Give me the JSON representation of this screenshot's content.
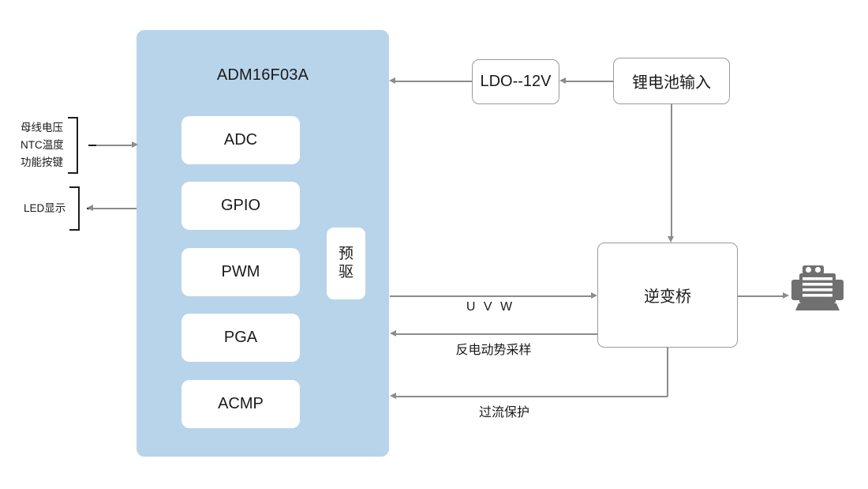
{
  "diagram": {
    "title": "ADM16F03A",
    "mcu": {
      "label": "ADM16F03A",
      "peripherals": [
        {
          "name": "adc",
          "label": "ADC"
        },
        {
          "name": "gpio",
          "label": "GPIO"
        },
        {
          "name": "pwm",
          "label": "PWM"
        },
        {
          "name": "pga",
          "label": "PGA"
        },
        {
          "name": "acmp",
          "label": "ACMP"
        }
      ],
      "predriver": {
        "line1": "预",
        "line2": "驱"
      }
    },
    "external_blocks": [
      {
        "name": "ldo",
        "label": "LDO--12V"
      },
      {
        "name": "battery",
        "label": "锂电池输入"
      },
      {
        "name": "inverter",
        "label": "逆变桥"
      }
    ],
    "left_signals": {
      "inputs": {
        "lines": [
          "母线电压",
          "NTC温度",
          "功能按键"
        ],
        "direction": "into-mcu"
      },
      "output": {
        "lines": [
          "LED显示"
        ],
        "direction": "from-mcu"
      }
    },
    "edge_labels": {
      "uvw": "U V W",
      "bemf": "反电动势采样",
      "ocp": "过流保护"
    },
    "motor": {
      "name": "motor-icon",
      "label": ""
    },
    "colors": {
      "mcu_fill": "#b8d4ea",
      "block_fill": "#ffffff",
      "line": "#8c8c8c",
      "bracket": "#1d1d1d",
      "text": "#1a1a1a",
      "motor": "#707070"
    }
  }
}
